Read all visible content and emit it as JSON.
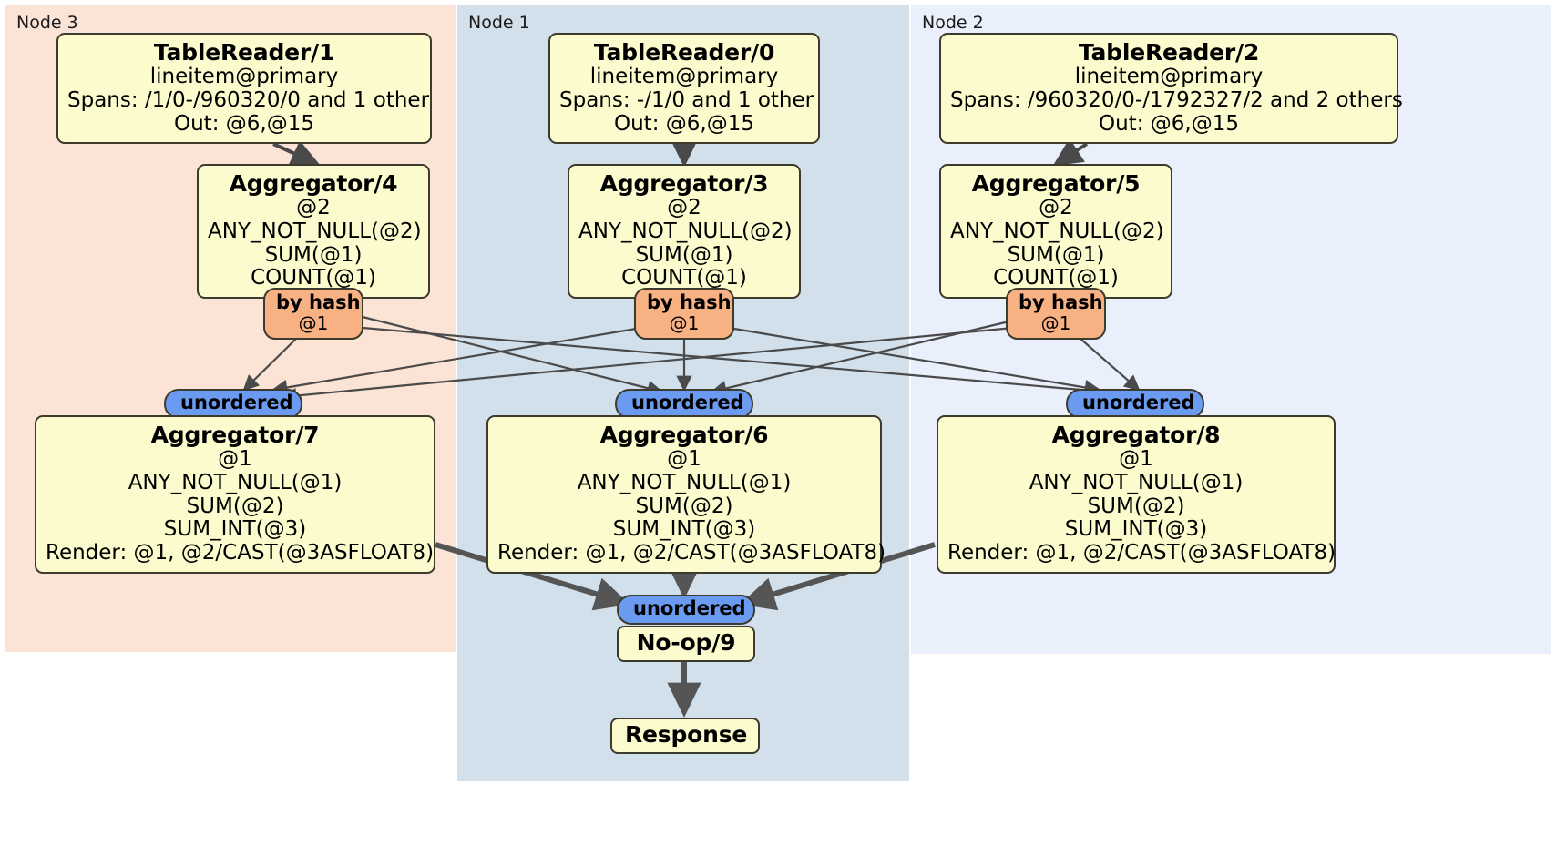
{
  "diagram": {
    "title": "Distributed query plan",
    "colors": {
      "node3_panel": "#fbe3d5",
      "node1_panel": "#d2e0ec",
      "node2_panel": "#eaf0fb",
      "processor_fill": "#fbfbce",
      "processor_stroke": "#3c3b2e",
      "hash_badge": "#f7b183",
      "unordered_badge": "#6b9bf0",
      "edge_stroke": "#4a4a4a",
      "thick_edge_stroke": "#555555"
    }
  },
  "nodes": [
    {
      "id": "node3",
      "label": "Node 3"
    },
    {
      "id": "node1",
      "label": "Node 1"
    },
    {
      "id": "node2",
      "label": "Node 2"
    }
  ],
  "processors": {
    "table_reader_1": {
      "title": "TableReader/1",
      "lines": [
        "lineitem@primary",
        "Spans: /1/0-/960320/0 and 1 other",
        "Out: @6,@15"
      ]
    },
    "table_reader_0": {
      "title": "TableReader/0",
      "lines": [
        "lineitem@primary",
        "Spans: -/1/0 and 1 other",
        "Out: @6,@15"
      ]
    },
    "table_reader_2": {
      "title": "TableReader/2",
      "lines": [
        "lineitem@primary",
        "Spans: /960320/0-/1792327/2 and 2 others",
        "Out: @6,@15"
      ]
    },
    "aggregator_4": {
      "title": "Aggregator/4",
      "lines": [
        "@2",
        "ANY_NOT_NULL(@2)",
        "SUM(@1)",
        "COUNT(@1)"
      ]
    },
    "aggregator_3": {
      "title": "Aggregator/3",
      "lines": [
        "@2",
        "ANY_NOT_NULL(@2)",
        "SUM(@1)",
        "COUNT(@1)"
      ]
    },
    "aggregator_5": {
      "title": "Aggregator/5",
      "lines": [
        "@2",
        "ANY_NOT_NULL(@2)",
        "SUM(@1)",
        "COUNT(@1)"
      ]
    },
    "aggregator_7": {
      "title": "Aggregator/7",
      "lines": [
        "@1",
        "ANY_NOT_NULL(@1)",
        "SUM(@2)",
        "SUM_INT(@3)",
        "Render: @1, @2/CAST(@3ASFLOAT8)"
      ]
    },
    "aggregator_6": {
      "title": "Aggregator/6",
      "lines": [
        "@1",
        "ANY_NOT_NULL(@1)",
        "SUM(@2)",
        "SUM_INT(@3)",
        "Render: @1, @2/CAST(@3ASFLOAT8)"
      ]
    },
    "aggregator_8": {
      "title": "Aggregator/8",
      "lines": [
        "@1",
        "ANY_NOT_NULL(@1)",
        "SUM(@2)",
        "SUM_INT(@3)",
        "Render: @1, @2/CAST(@3ASFLOAT8)"
      ]
    },
    "noop_9": {
      "title": "No-op/9",
      "lines": []
    },
    "response": {
      "title": "Response",
      "lines": []
    }
  },
  "badges": {
    "hash_left": {
      "title": "by hash",
      "sub": "@1"
    },
    "hash_center": {
      "title": "by hash",
      "sub": "@1"
    },
    "hash_right": {
      "title": "by hash",
      "sub": "@1"
    },
    "unordered_left": {
      "title": "unordered"
    },
    "unordered_center": {
      "title": "unordered"
    },
    "unordered_right": {
      "title": "unordered"
    },
    "unordered_final": {
      "title": "unordered"
    }
  }
}
